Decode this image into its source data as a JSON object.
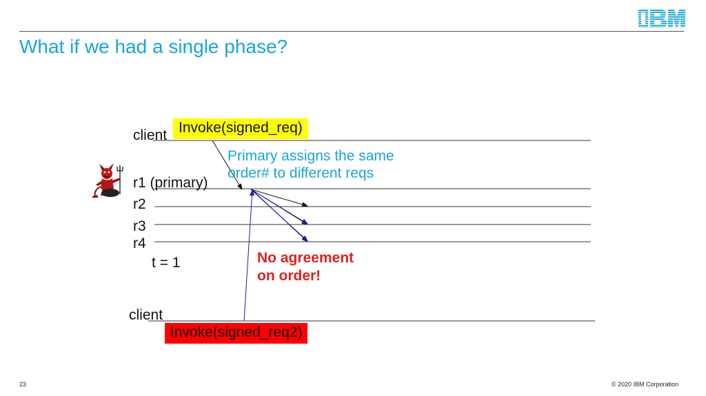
{
  "slide": {
    "title": "What if we had a single phase?",
    "page_number": "23",
    "copyright": "© 2020 IBM Corporation",
    "logo_text": "IBM",
    "brand_color": "#19a4dc"
  },
  "diagram": {
    "timeline_labels": {
      "client_top": "client",
      "r1": "r1 (primary)",
      "r2": "r2",
      "r3": "r3",
      "r4": "r4",
      "time": "t = 1",
      "client_bottom": "client"
    },
    "invoke_top": "Invoke(signed_req)",
    "invoke_bottom": "Invoke(signed_req2)",
    "primary_note_line1": "Primary assigns the same",
    "primary_note_line2": "order# to different reqs",
    "conflict_note_line1": "No agreement",
    "conflict_note_line2": "on order!",
    "colors": {
      "request_arrows": "#111111",
      "request2_arrows": "#1a1aa8",
      "invoke_top_bg": "#ffff00",
      "invoke_bottom_bg": "#ff0000",
      "warning_text": "#e02020"
    },
    "icons": {
      "faulty_primary": "devil-icon"
    }
  }
}
